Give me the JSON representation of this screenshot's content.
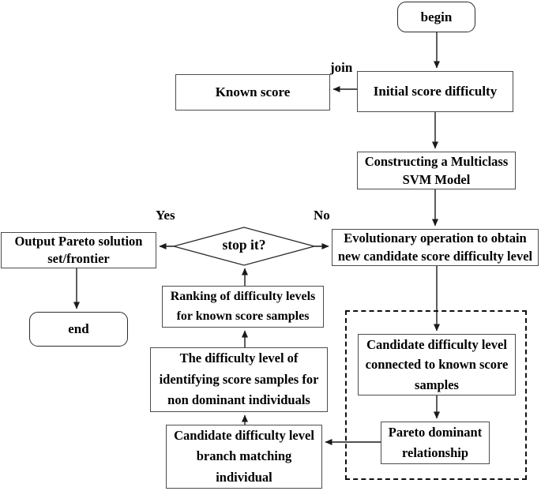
{
  "diagram": {
    "nodes": {
      "begin": {
        "label": "begin"
      },
      "known_score": {
        "label": "Known score"
      },
      "initial": {
        "label": "Initial score difficulty"
      },
      "svm": {
        "label": "Constructing a Multiclass SVM Model"
      },
      "evolutionary": {
        "label": "Evolutionary operation to obtain new candidate score difficulty level"
      },
      "decision": {
        "label": "stop it?"
      },
      "output": {
        "label": "Output Pareto solution set/frontier"
      },
      "end": {
        "label": "end"
      },
      "ranking": {
        "label": "Ranking of difficulty levels for known score samples"
      },
      "difficulty_identify": {
        "label": "The difficulty level of identifying score samples for non dominant individuals"
      },
      "candidate_branch": {
        "label": "Candidate difficulty level branch matching individual"
      },
      "candidate_connected": {
        "label": "Candidate difficulty level connected to known score samples"
      },
      "pareto": {
        "label": "Pareto dominant relationship"
      }
    },
    "edge_labels": {
      "join": "join",
      "yes": "Yes",
      "no": "No"
    },
    "colors": {
      "background": "#ffffff",
      "text": "#000000",
      "box_border": "#4d4d4d",
      "arrow_line": "#1a1a1a",
      "dashed_border": "#111111"
    }
  }
}
